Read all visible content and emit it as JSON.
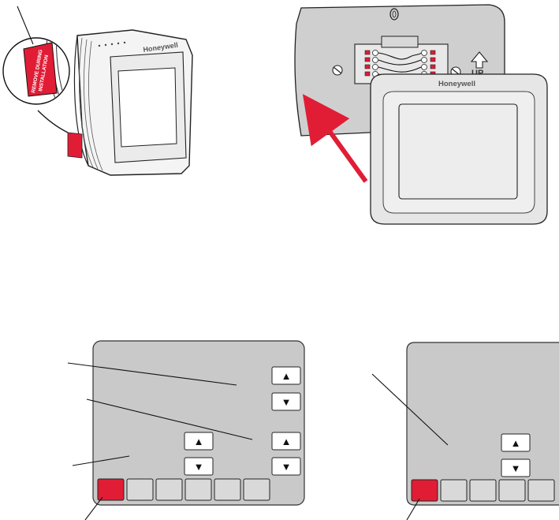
{
  "illustration_top_left": {
    "brand": "Honeywell",
    "tag_line1": "REMOVE DURING",
    "tag_line2": "INSTALLATION"
  },
  "illustration_top_right": {
    "brand": "Honeywell",
    "up_label": "UP"
  },
  "screen_bottom_left": {
    "up_arrow_glyph": "▲",
    "down_arrow_glyph": "▼"
  },
  "screen_bottom_right": {
    "up_arrow_glyph": "▲",
    "down_arrow_glyph": "▼"
  },
  "colors": {
    "accent_red": "#e11d36",
    "screen_gray": "#c9c9c9",
    "plate_gray": "#cfcfcf"
  }
}
